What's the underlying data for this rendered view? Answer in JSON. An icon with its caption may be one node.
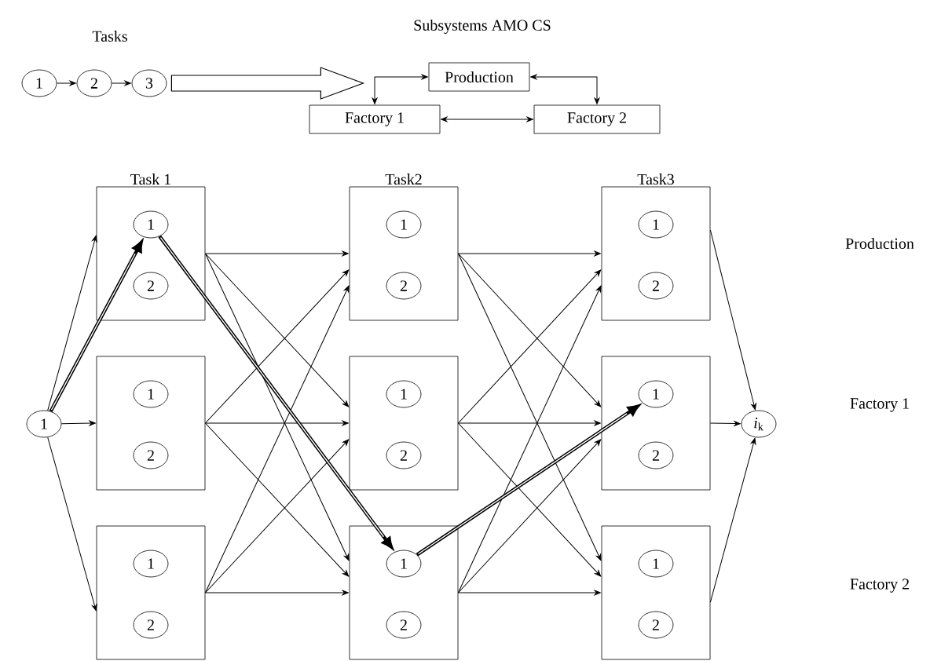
{
  "diagram": {
    "nodes": [
      {
        "text": [
          "1"
        ]
      },
      {
        "text": [
          "2"
        ]
      },
      {
        "text": [
          "3"
        ]
      },
      {
        "text": [
          "Production"
        ]
      },
      {
        "text": [
          "Factory 1"
        ]
      },
      {
        "text": [
          "Factory 2"
        ]
      },
      {
        "text": [
          "1"
        ]
      },
      {
        "text": [
          "Task 1"
        ]
      },
      {
        "text": [
          "1"
        ],
        "in": 7
      },
      {
        "text": [
          "2"
        ],
        "in": 7
      },
      {
        "text": [],
        "shape": "box"
      },
      {
        "text": [
          "1"
        ],
        "in": 10
      },
      {
        "text": [
          "2"
        ],
        "in": 10
      },
      {
        "text": [],
        "shape": "box"
      },
      {
        "text": [
          "1"
        ],
        "in": 13
      },
      {
        "text": [
          "2"
        ],
        "in": 13
      },
      {
        "text": [
          "Task2"
        ]
      },
      {
        "text": [
          "1"
        ],
        "in": 16
      },
      {
        "text": [
          "2"
        ],
        "in": 16
      },
      {
        "text": [],
        "shape": "box"
      },
      {
        "text": [
          "1"
        ],
        "in": 19
      },
      {
        "text": [
          "2"
        ],
        "in": 19
      },
      {
        "text": [],
        "shape": "box"
      },
      {
        "text": [
          "1"
        ],
        "in": 22
      },
      {
        "text": [
          "2"
        ],
        "in": 22
      },
      {
        "text": [
          "Task3"
        ]
      },
      {
        "text": [
          "1"
        ],
        "in": 25
      },
      {
        "text": [
          "2"
        ],
        "in": 25
      },
      {
        "text": [],
        "shape": "box"
      },
      {
        "text": [
          "1"
        ],
        "in": 28
      },
      {
        "text": [
          "2"
        ],
        "in": 28
      },
      {
        "text": [],
        "shape": "box"
      },
      {
        "text": [
          "1"
        ],
        "in": 31
      },
      {
        "text": [
          "2"
        ],
        "in": 31
      },
      {
        "text": [
          "*i*$_{k}$"
        ]
      }
    ],
    "edges": [
      {
        "from": 0,
        "to": 1,
        "arrow": "to"
      },
      {
        "from": 1,
        "to": 2,
        "arrow": "to"
      },
      {
        "from": 2,
        "to": null,
        "arrow": "to",
        "style": "thick"
      },
      {
        "from": 3,
        "to": 4,
        "arrow": "both"
      },
      {
        "from": 3,
        "to": 5,
        "arrow": "both"
      },
      {
        "from": 4,
        "to": 5,
        "arrow": "both"
      },
      {
        "from": 6,
        "to": 7,
        "arrow": "to"
      },
      {
        "from": 6,
        "to": 10,
        "arrow": "to"
      },
      {
        "from": 6,
        "to": 13,
        "arrow": "to"
      },
      {
        "from": 6,
        "to": 8,
        "arrow": "to",
        "style": "thick"
      },
      {
        "from": 7,
        "to": 16,
        "arrow": "to"
      },
      {
        "from": 7,
        "to": 19,
        "arrow": "to"
      },
      {
        "from": 7,
        "to": 22,
        "arrow": "to"
      },
      {
        "from": 10,
        "to": 16,
        "arrow": "to"
      },
      {
        "from": 10,
        "to": 19,
        "arrow": "to"
      },
      {
        "from": 10,
        "to": 22,
        "arrow": "to"
      },
      {
        "from": 13,
        "to": 16,
        "arrow": "to"
      },
      {
        "from": 13,
        "to": 19,
        "arrow": "to"
      },
      {
        "from": 13,
        "to": 22,
        "arrow": "to"
      },
      {
        "from": 16,
        "to": 25,
        "arrow": "to"
      },
      {
        "from": 16,
        "to": 28,
        "arrow": "to"
      },
      {
        "from": 16,
        "to": 31,
        "arrow": "to"
      },
      {
        "from": 19,
        "to": 25,
        "arrow": "to"
      },
      {
        "from": 19,
        "to": 28,
        "arrow": "to"
      },
      {
        "from": 19,
        "to": 31,
        "arrow": "to"
      },
      {
        "from": 22,
        "to": 25,
        "arrow": "to"
      },
      {
        "from": 22,
        "to": 28,
        "arrow": "to"
      },
      {
        "from": 22,
        "to": 31,
        "arrow": "to"
      },
      {
        "from": 25,
        "to": 34,
        "arrow": "to"
      },
      {
        "from": 28,
        "to": 34,
        "arrow": "to"
      },
      {
        "from": 31,
        "to": 34,
        "arrow": "to"
      },
      {
        "from": 8,
        "to": 23,
        "arrow": "to",
        "style": "thick"
      },
      {
        "from": 23,
        "to": 29,
        "arrow": "to",
        "style": "thick"
      }
    ],
    "labels": [
      "Tasks",
      "Subsystems AMO CS",
      "Production",
      "Factory 1",
      "Factory 2"
    ]
  }
}
